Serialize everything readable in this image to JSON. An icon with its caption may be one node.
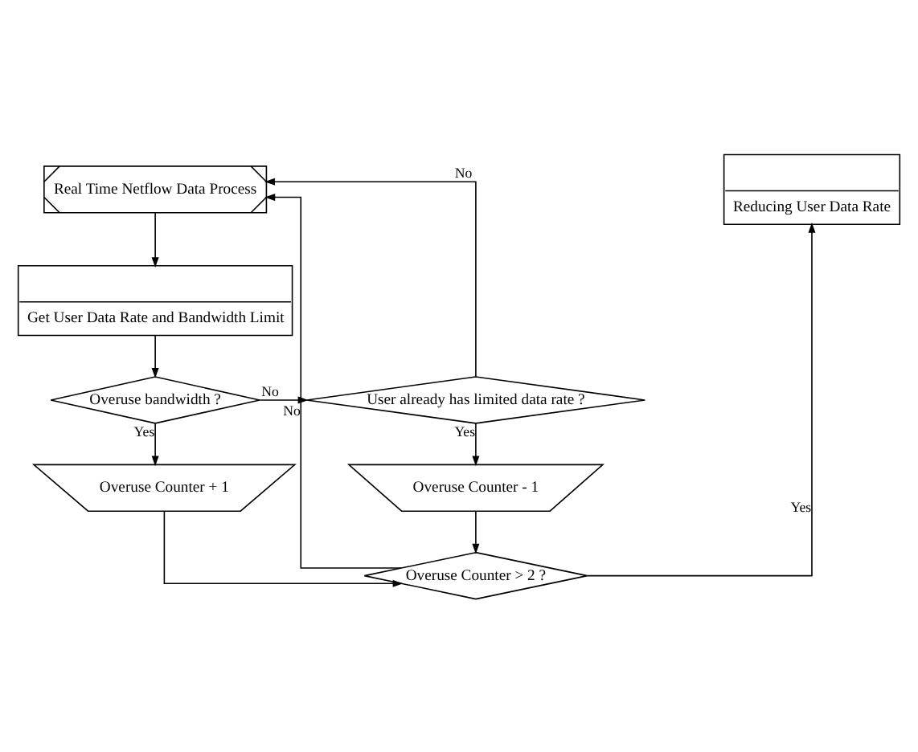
{
  "diagram": {
    "nodes": [
      {
        "text": [
          "Real Time Netflow Data Process"
        ]
      },
      {
        "text": [
          "Get User Data Rate and Bandwidth Limit"
        ]
      },
      {
        "text": [
          "Overuse bandwidth ?"
        ]
      },
      {
        "text": [
          "User already has limited data rate ?"
        ]
      },
      {
        "text": [
          "Overuse Counter - 1"
        ]
      },
      {
        "text": [
          "Overuse Counter + 1"
        ]
      },
      {
        "text": [
          "Overuse Counter > 2 ?"
        ]
      },
      {
        "text": [
          "Reducing User Data Rate"
        ]
      }
    ],
    "edges": [
      {
        "from": 0,
        "to": 1,
        "arrow": "to"
      },
      {
        "from": 1,
        "to": 2,
        "arrow": "to"
      },
      {
        "from": 2,
        "to": 3,
        "arrow": "to",
        "label": "No"
      },
      {
        "from": 2,
        "to": 5,
        "arrow": "to",
        "label": "Yes"
      },
      {
        "from": 3,
        "to": 0,
        "arrow": "to",
        "label": "No"
      },
      {
        "from": 3,
        "to": 4,
        "arrow": "to",
        "label": "Yes"
      },
      {
        "from": 4,
        "to": 6,
        "arrow": "to"
      },
      {
        "from": 5,
        "to": 6,
        "arrow": "to"
      },
      {
        "from": 6,
        "to": 0,
        "arrow": "to",
        "label": "No"
      },
      {
        "from": 6,
        "to": 7,
        "arrow": "to",
        "label": "Yes"
      }
    ]
  }
}
